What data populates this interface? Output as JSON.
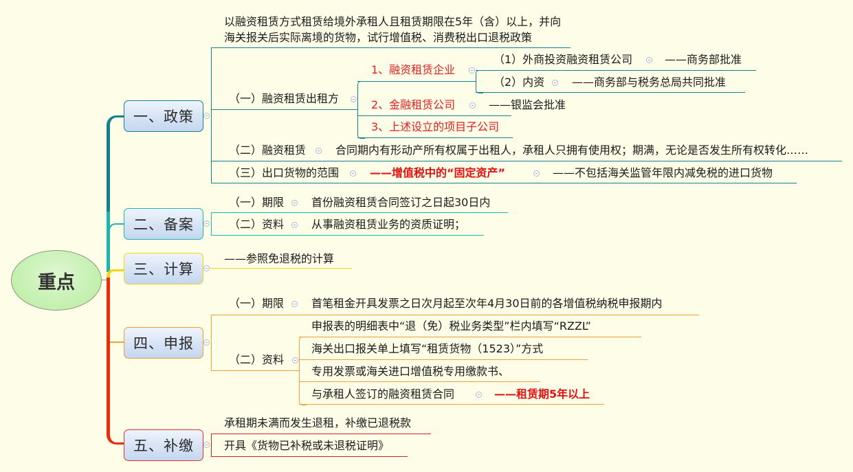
{
  "root": {
    "label": "重点"
  },
  "colors": {
    "teal_dark": "#13828e",
    "teal": "#1fb5a8",
    "yellow": "#f2d515",
    "orange": "#f0a030",
    "red": "#ef2a0a",
    "accent_red_text": "#e02020",
    "background": "#fdfde8"
  },
  "branches": [
    {
      "label": "一、政策",
      "children": {
        "intro": "以融资租赁方式租赁给境外承租人且租赁期限在5年（含）以上，并向\n海关报关后实际离境的货物，试行增值税、消费税出口退税政策",
        "intro_line1": "以融资租赁方式租赁给境外承租人且租赁期限在5年（含）以上，并向",
        "intro_line2": "海关报关后实际离境的货物，试行增值税、消费税出口退税政策",
        "lessor": {
          "label": "（一）融资租赁出租方",
          "items": [
            {
              "label": "1、融资租赁企业",
              "sub": [
                {
                  "label": "（1）外商投资融资租赁公司",
                  "note": "——商务部批准"
                },
                {
                  "label": "（2）内资",
                  "note": "——商务部与税务总局共同批准"
                }
              ]
            },
            {
              "label": "2、金融租赁公司",
              "note": "——银监会批准"
            },
            {
              "label": "3、上述设立的项目子公司"
            }
          ]
        },
        "leasing": {
          "label": "（二）融资租赁",
          "note": "合同期内有形动产所有权属于出租人，承租人只拥有使用权；期满，无论是否发生所有权转化……"
        },
        "scope": {
          "label": "（三）出口货物的范围",
          "note": "——增值税中的“固定资产”",
          "note2": "——不包括海关监管年限内减免税的进口货物"
        }
      }
    },
    {
      "label": "二、备案",
      "children": [
        {
          "label": "（一）期限",
          "note": "首份融资租赁合同签订之日起30日内"
        },
        {
          "label": "（二）资料",
          "note": "从事融资租赁业务的资质证明；"
        }
      ]
    },
    {
      "label": "三、计算",
      "children": [
        {
          "label": "——参照免退税的计算"
        }
      ]
    },
    {
      "label": "四、申报",
      "children": {
        "period": {
          "label": "（一）期限",
          "note": "首笔租金开具发票之日次月起至次年4月30日前的各增值税纳税申报期内"
        },
        "materials": {
          "label": "（二）资料",
          "items": [
            {
              "label": "申报表的明细表中“退（免）税业务类型”栏内填写“RZZL”"
            },
            {
              "label": "海关出口报关单上填写“租赁货物（1523）”方式"
            },
            {
              "label": "专用发票或海关进口增值税专用缴款书、"
            },
            {
              "label": "与承租人签订的融资租赁合同",
              "note": "——租赁期5年以上"
            }
          ]
        }
      }
    },
    {
      "label": "五、补缴",
      "children": [
        {
          "label": "承租期未满而发生退租，补缴已退税款"
        },
        {
          "label": "开具《货物已补税或未退税证明》"
        }
      ]
    }
  ]
}
